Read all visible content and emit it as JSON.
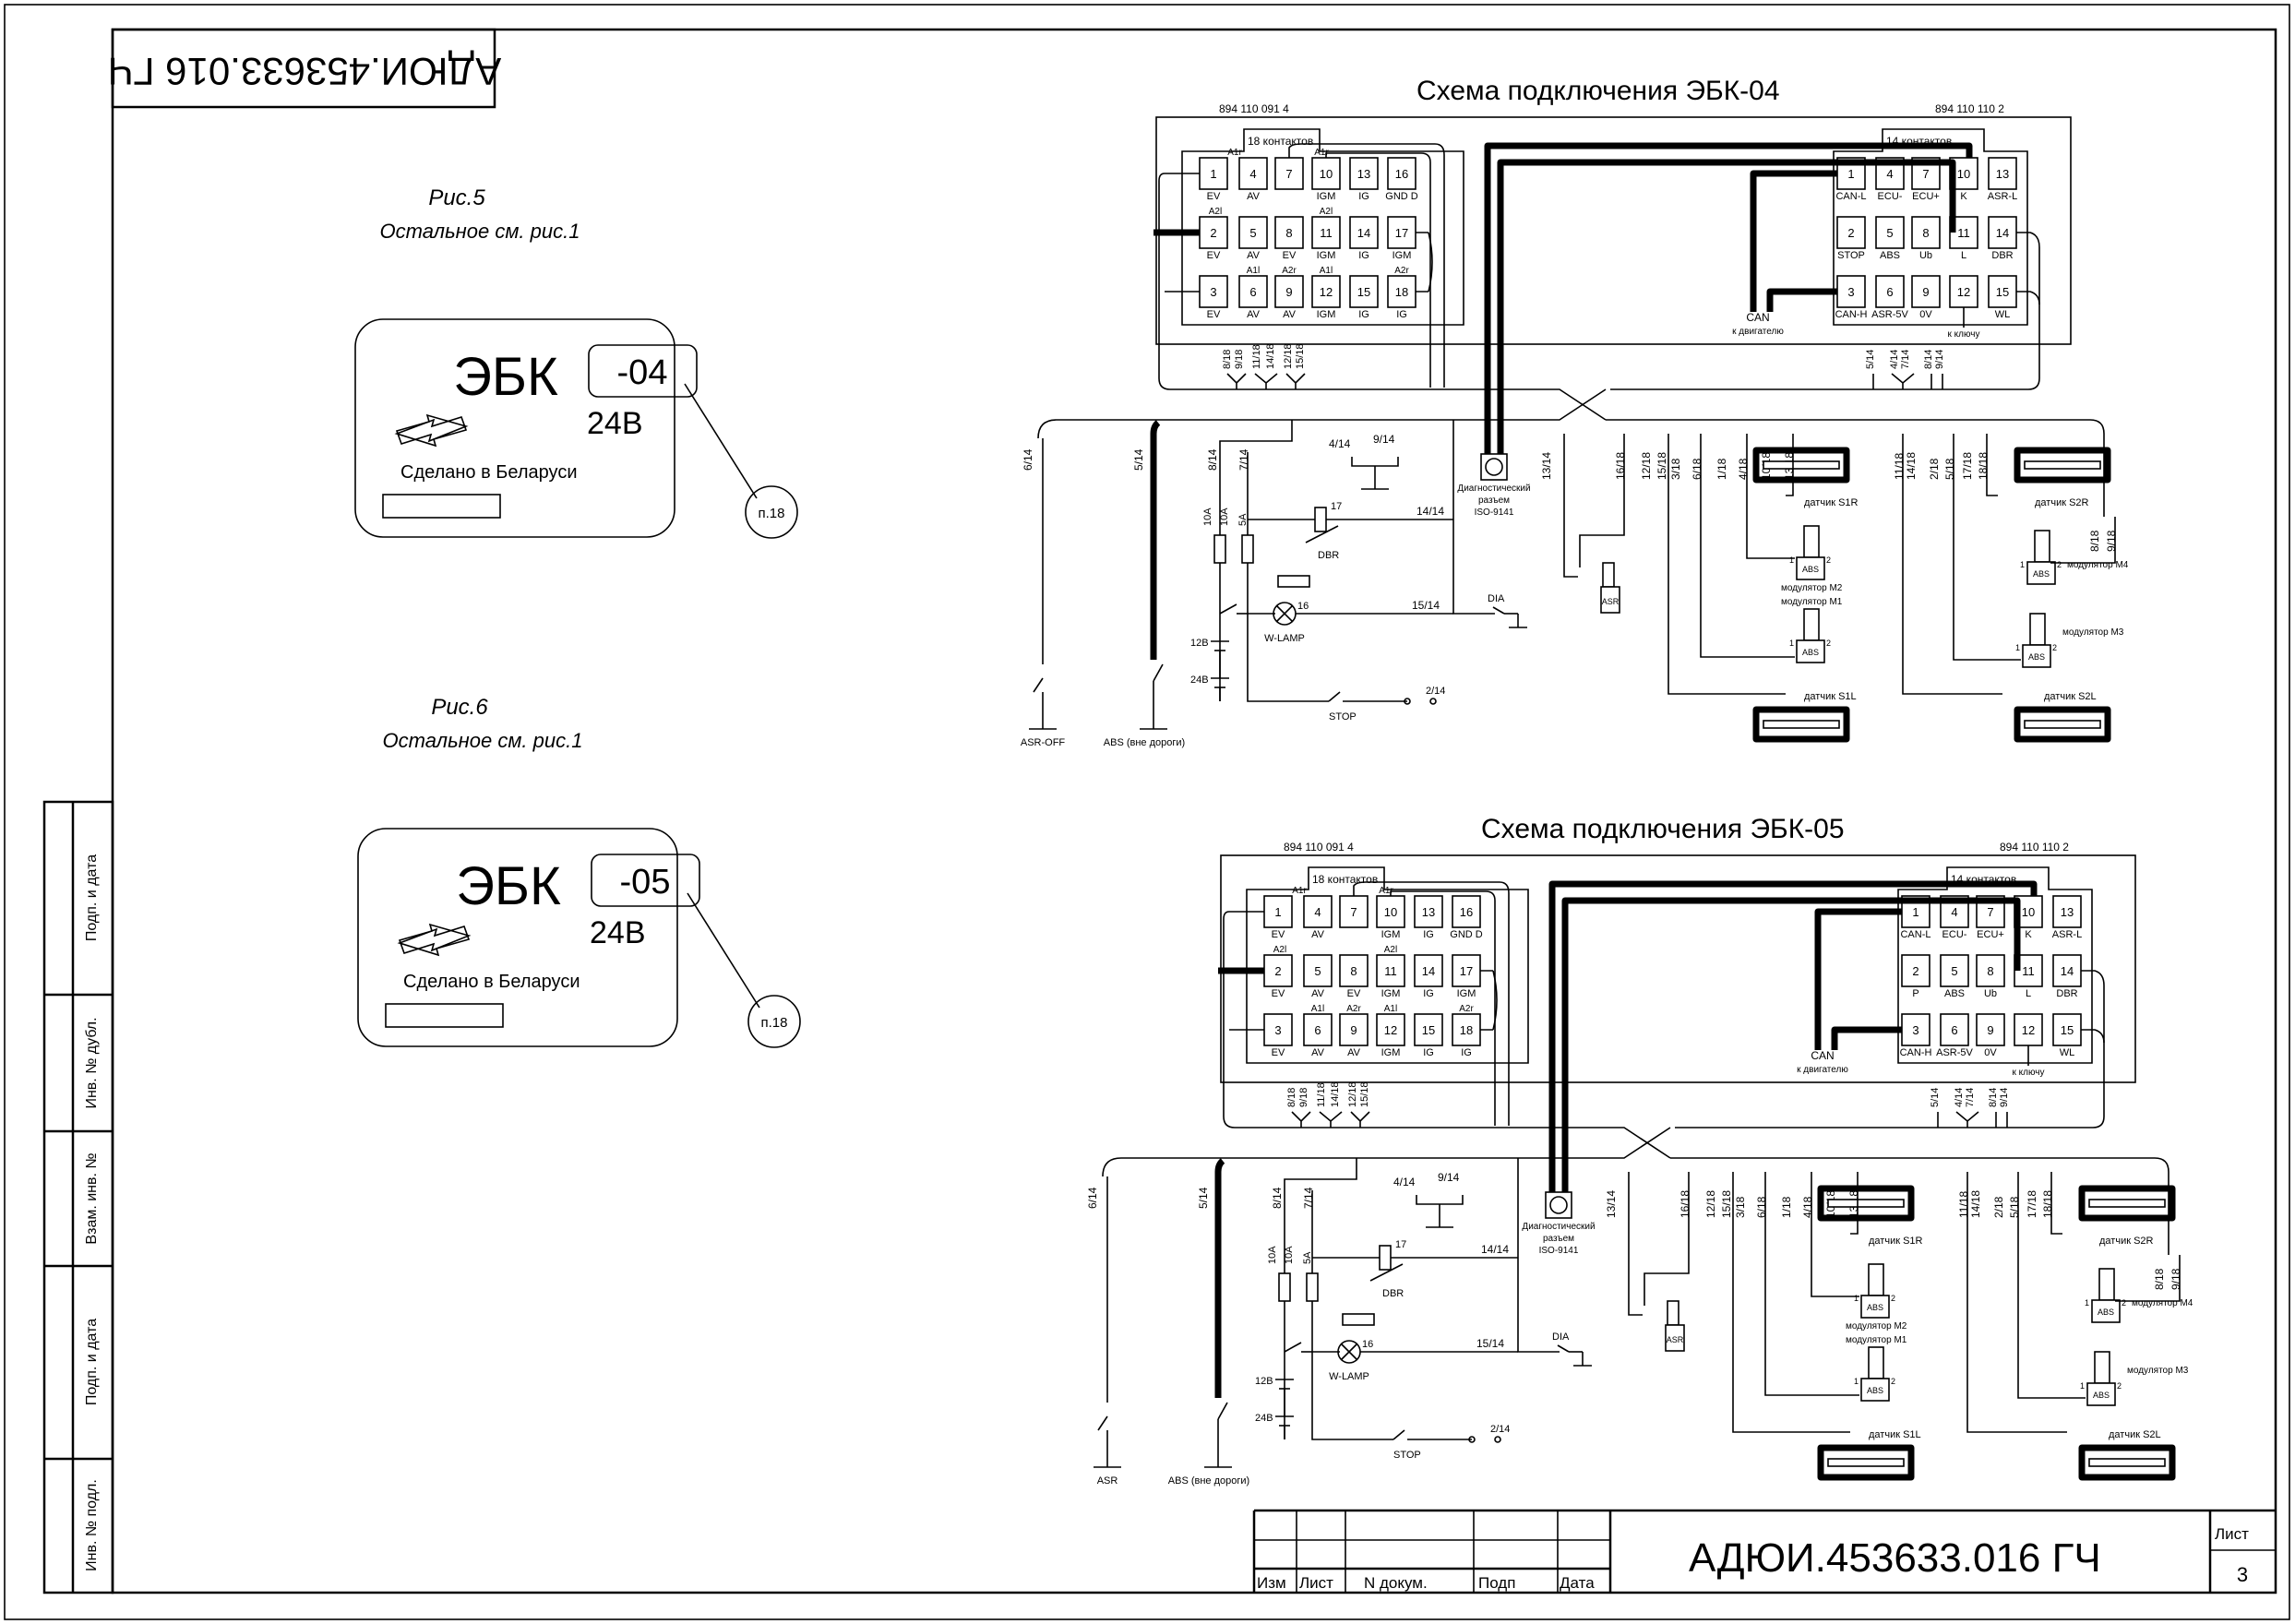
{
  "sheet": {
    "doc_code": "АДЮИ.453633.016 ГЧ",
    "stamp_code_rotated": "АДЮИ.453633.016 ГЧ",
    "sheet_label": "Лист",
    "sheet_number": "3",
    "title_block_headers": [
      "Изм",
      "Лист",
      "N докум.",
      "Подп",
      "Дата"
    ],
    "side_strip": [
      "Подп. и дата",
      "Инв. № дубл.",
      "Взам. инв. №",
      "Подп. и дата",
      "Инв. № подл."
    ]
  },
  "figures": [
    {
      "caption": "Рис.5",
      "note": "Остальное см. рис.1",
      "brand": "ЭБК",
      "variant": "-04",
      "voltage": "24В",
      "made_in": "Сделано в Беларуси",
      "callout": "п.18"
    },
    {
      "caption": "Рис.6",
      "note": "Остальное см. рис.1",
      "brand": "ЭБК",
      "variant": "-05",
      "voltage": "24В",
      "made_in": "Сделано в Беларуси",
      "callout": "п.18"
    }
  ],
  "schemas": [
    {
      "title": "Схема подключения ЭБК-04",
      "left_part": "894 110 091 4",
      "right_part": "894 110 110 2",
      "left_tab": "18 контактов",
      "right_tab": "14 контактов",
      "left_groups": [
        "A1r",
        "A1r",
        "A2l",
        "A2l",
        "A1l",
        "A2r",
        "A1l",
        "A2r"
      ],
      "left_pins": [
        [
          {
            "n": "1",
            "s": "EV"
          },
          {
            "n": "4",
            "s": "AV"
          },
          {
            "n": "7",
            "s": ""
          },
          {
            "n": "10",
            "s": "IGM"
          },
          {
            "n": "13",
            "s": "IG"
          },
          {
            "n": "16",
            "s": "GND D"
          }
        ],
        [
          {
            "n": "2",
            "s": "EV"
          },
          {
            "n": "5",
            "s": "AV"
          },
          {
            "n": "8",
            "s": "EV"
          },
          {
            "n": "11",
            "s": "IGM"
          },
          {
            "n": "14",
            "s": "IG"
          },
          {
            "n": "17",
            "s": "IGM"
          }
        ],
        [
          {
            "n": "3",
            "s": "EV"
          },
          {
            "n": "6",
            "s": "AV"
          },
          {
            "n": "9",
            "s": "AV"
          },
          {
            "n": "12",
            "s": "IGM"
          },
          {
            "n": "15",
            "s": "IG"
          },
          {
            "n": "18",
            "s": "IG"
          }
        ]
      ],
      "right_pins": [
        [
          {
            "n": "1",
            "s": "CAN-L"
          },
          {
            "n": "4",
            "s": "ECU-"
          },
          {
            "n": "7",
            "s": "ECU+"
          },
          {
            "n": "10",
            "s": "K"
          },
          {
            "n": "13",
            "s": "ASR-L"
          }
        ],
        [
          {
            "n": "2",
            "s": "STOP"
          },
          {
            "n": "5",
            "s": "ABS"
          },
          {
            "n": "8",
            "s": "Ub"
          },
          {
            "n": "11",
            "s": "L"
          },
          {
            "n": "14",
            "s": "DBR"
          }
        ],
        [
          {
            "n": "3",
            "s": "CAN-H"
          },
          {
            "n": "6",
            "s": "ASR-5V"
          },
          {
            "n": "9",
            "s": "0V"
          },
          {
            "n": "12",
            "s": ""
          },
          {
            "n": "15",
            "s": "WL"
          }
        ]
      ],
      "can": "CAN",
      "can_sub": "к двигателю",
      "key": "к ключу",
      "upper_left_wires": [
        "8/18",
        "9/18",
        "11/18",
        "14/18",
        "12/18",
        "15/18"
      ],
      "upper_right_wires": [
        "5/14",
        "4/14",
        "7/14",
        "8/14",
        "9/14"
      ],
      "lower_wires": [
        "6/14",
        "5/14",
        "8/14",
        "7/14",
        "13/14",
        "16/18",
        "12/18",
        "15/18",
        "3/18",
        "6/18",
        "1/18",
        "4/18",
        "10/18",
        "13/18",
        "11/18",
        "14/18",
        "2/18",
        "5/18",
        "17/18",
        "18/18",
        "8/18",
        "9/18"
      ],
      "labels": {
        "diag1": "Диагностический",
        "diag2": "разъем",
        "diag3": "ISO-9141",
        "w414": "4/14",
        "w914": "9/14",
        "f1": "10A",
        "f2": "10A",
        "f3": "5A",
        "relay": "17",
        "dbr": "DBR",
        "lamp_n": "16",
        "lamp": "W-LAMP",
        "w1414": "14/14",
        "w1514": "15/14",
        "dia": "DIA",
        "v12": "12В",
        "v24": "24В",
        "w214": "2/14",
        "stop": "STOP",
        "asr_off": "ASR-OFF",
        "abs_off": "ABS (вне дороги)",
        "asr_box": "ASR",
        "s1r": "датчик S1R",
        "s2r": "датчик S2R",
        "s1l": "датчик S1L",
        "s2l": "датчик S2L",
        "m1": "модулятор M1",
        "m2": "модулятор M2",
        "m3": "модулятор M3",
        "m4": "модулятор M4",
        "abs": "ABS",
        "p1": "1",
        "p2": "2"
      }
    },
    {
      "title": "Схема подключения ЭБК-05",
      "left_part": "894 110 091 4",
      "right_part": "894 110 110 2",
      "left_tab": "18 контактов",
      "right_tab": "14 контактов",
      "left_groups": [
        "A1r",
        "A1r",
        "A2l",
        "A2l",
        "A1l",
        "A2r",
        "A1l",
        "A2r"
      ],
      "left_pins": [
        [
          {
            "n": "1",
            "s": "EV"
          },
          {
            "n": "4",
            "s": "AV"
          },
          {
            "n": "7",
            "s": ""
          },
          {
            "n": "10",
            "s": "IGM"
          },
          {
            "n": "13",
            "s": "IG"
          },
          {
            "n": "16",
            "s": "GND D"
          }
        ],
        [
          {
            "n": "2",
            "s": "EV"
          },
          {
            "n": "5",
            "s": "AV"
          },
          {
            "n": "8",
            "s": "EV"
          },
          {
            "n": "11",
            "s": "IGM"
          },
          {
            "n": "14",
            "s": "IG"
          },
          {
            "n": "17",
            "s": "IGM"
          }
        ],
        [
          {
            "n": "3",
            "s": "EV"
          },
          {
            "n": "6",
            "s": "AV"
          },
          {
            "n": "9",
            "s": "AV"
          },
          {
            "n": "12",
            "s": "IGM"
          },
          {
            "n": "15",
            "s": "IG"
          },
          {
            "n": "18",
            "s": "IG"
          }
        ]
      ],
      "right_pins": [
        [
          {
            "n": "1",
            "s": "CAN-L"
          },
          {
            "n": "4",
            "s": "ECU-"
          },
          {
            "n": "7",
            "s": "ECU+"
          },
          {
            "n": "10",
            "s": "K"
          },
          {
            "n": "13",
            "s": "ASR-L"
          }
        ],
        [
          {
            "n": "2",
            "s": "P"
          },
          {
            "n": "5",
            "s": "ABS"
          },
          {
            "n": "8",
            "s": "Ub"
          },
          {
            "n": "11",
            "s": "L"
          },
          {
            "n": "14",
            "s": "DBR"
          }
        ],
        [
          {
            "n": "3",
            "s": "CAN-H"
          },
          {
            "n": "6",
            "s": "ASR-5V"
          },
          {
            "n": "9",
            "s": "0V"
          },
          {
            "n": "12",
            "s": ""
          },
          {
            "n": "15",
            "s": "WL"
          }
        ]
      ],
      "can": "CAN",
      "can_sub": "к двигателю",
      "key": "к ключу",
      "upper_left_wires": [
        "8/18",
        "9/18",
        "11/18",
        "14/18",
        "12/18",
        "15/18"
      ],
      "upper_right_wires": [
        "5/14",
        "4/14",
        "7/14",
        "8/14",
        "9/14"
      ],
      "lower_wires": [
        "6/14",
        "5/14",
        "8/14",
        "7/14",
        "13/14",
        "16/18",
        "12/18",
        "15/18",
        "3/18",
        "6/18",
        "1/18",
        "4/18",
        "10/18",
        "13/18",
        "11/18",
        "14/18",
        "2/18",
        "5/18",
        "17/18",
        "18/18",
        "8/18",
        "9/18"
      ],
      "labels": {
        "diag1": "Диагностический",
        "diag2": "разъем",
        "diag3": "ISO-9141",
        "w414": "4/14",
        "w914": "9/14",
        "f1": "10A",
        "f2": "10A",
        "f3": "5A",
        "relay": "17",
        "dbr": "DBR",
        "lamp_n": "16",
        "lamp": "W-LAMP",
        "w1414": "14/14",
        "w1514": "15/14",
        "dia": "DIA",
        "v12": "12В",
        "v24": "24В",
        "w214": "2/14",
        "stop": "STOP",
        "asr_off": "ASR",
        "abs_off": "ABS (вне дороги)",
        "asr_box": "ASR",
        "s1r": "датчик S1R",
        "s2r": "датчик S2R",
        "s1l": "датчик S1L",
        "s2l": "датчик S2L",
        "m1": "модулятор M1",
        "m2": "модулятор M2",
        "m3": "модулятор M3",
        "m4": "модулятор M4",
        "abs": "ABS",
        "p1": "1",
        "p2": "2"
      }
    }
  ]
}
